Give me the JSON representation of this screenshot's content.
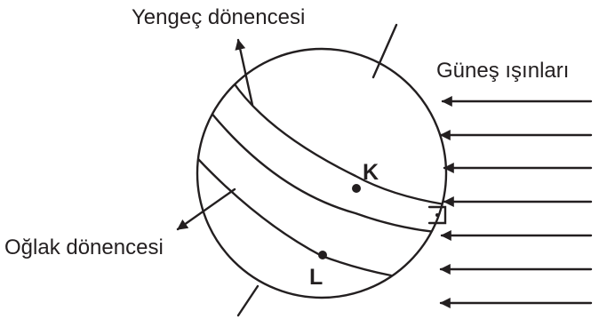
{
  "labels": {
    "tropic_cancer": "Yengeç dönencesi",
    "tropic_capricorn": "Oğlak dönencesi",
    "sun_rays": "Güneş ışınları",
    "point_k": "K",
    "point_l": "L"
  },
  "colors": {
    "ink": "#231f20",
    "background": "#ffffff"
  }
}
